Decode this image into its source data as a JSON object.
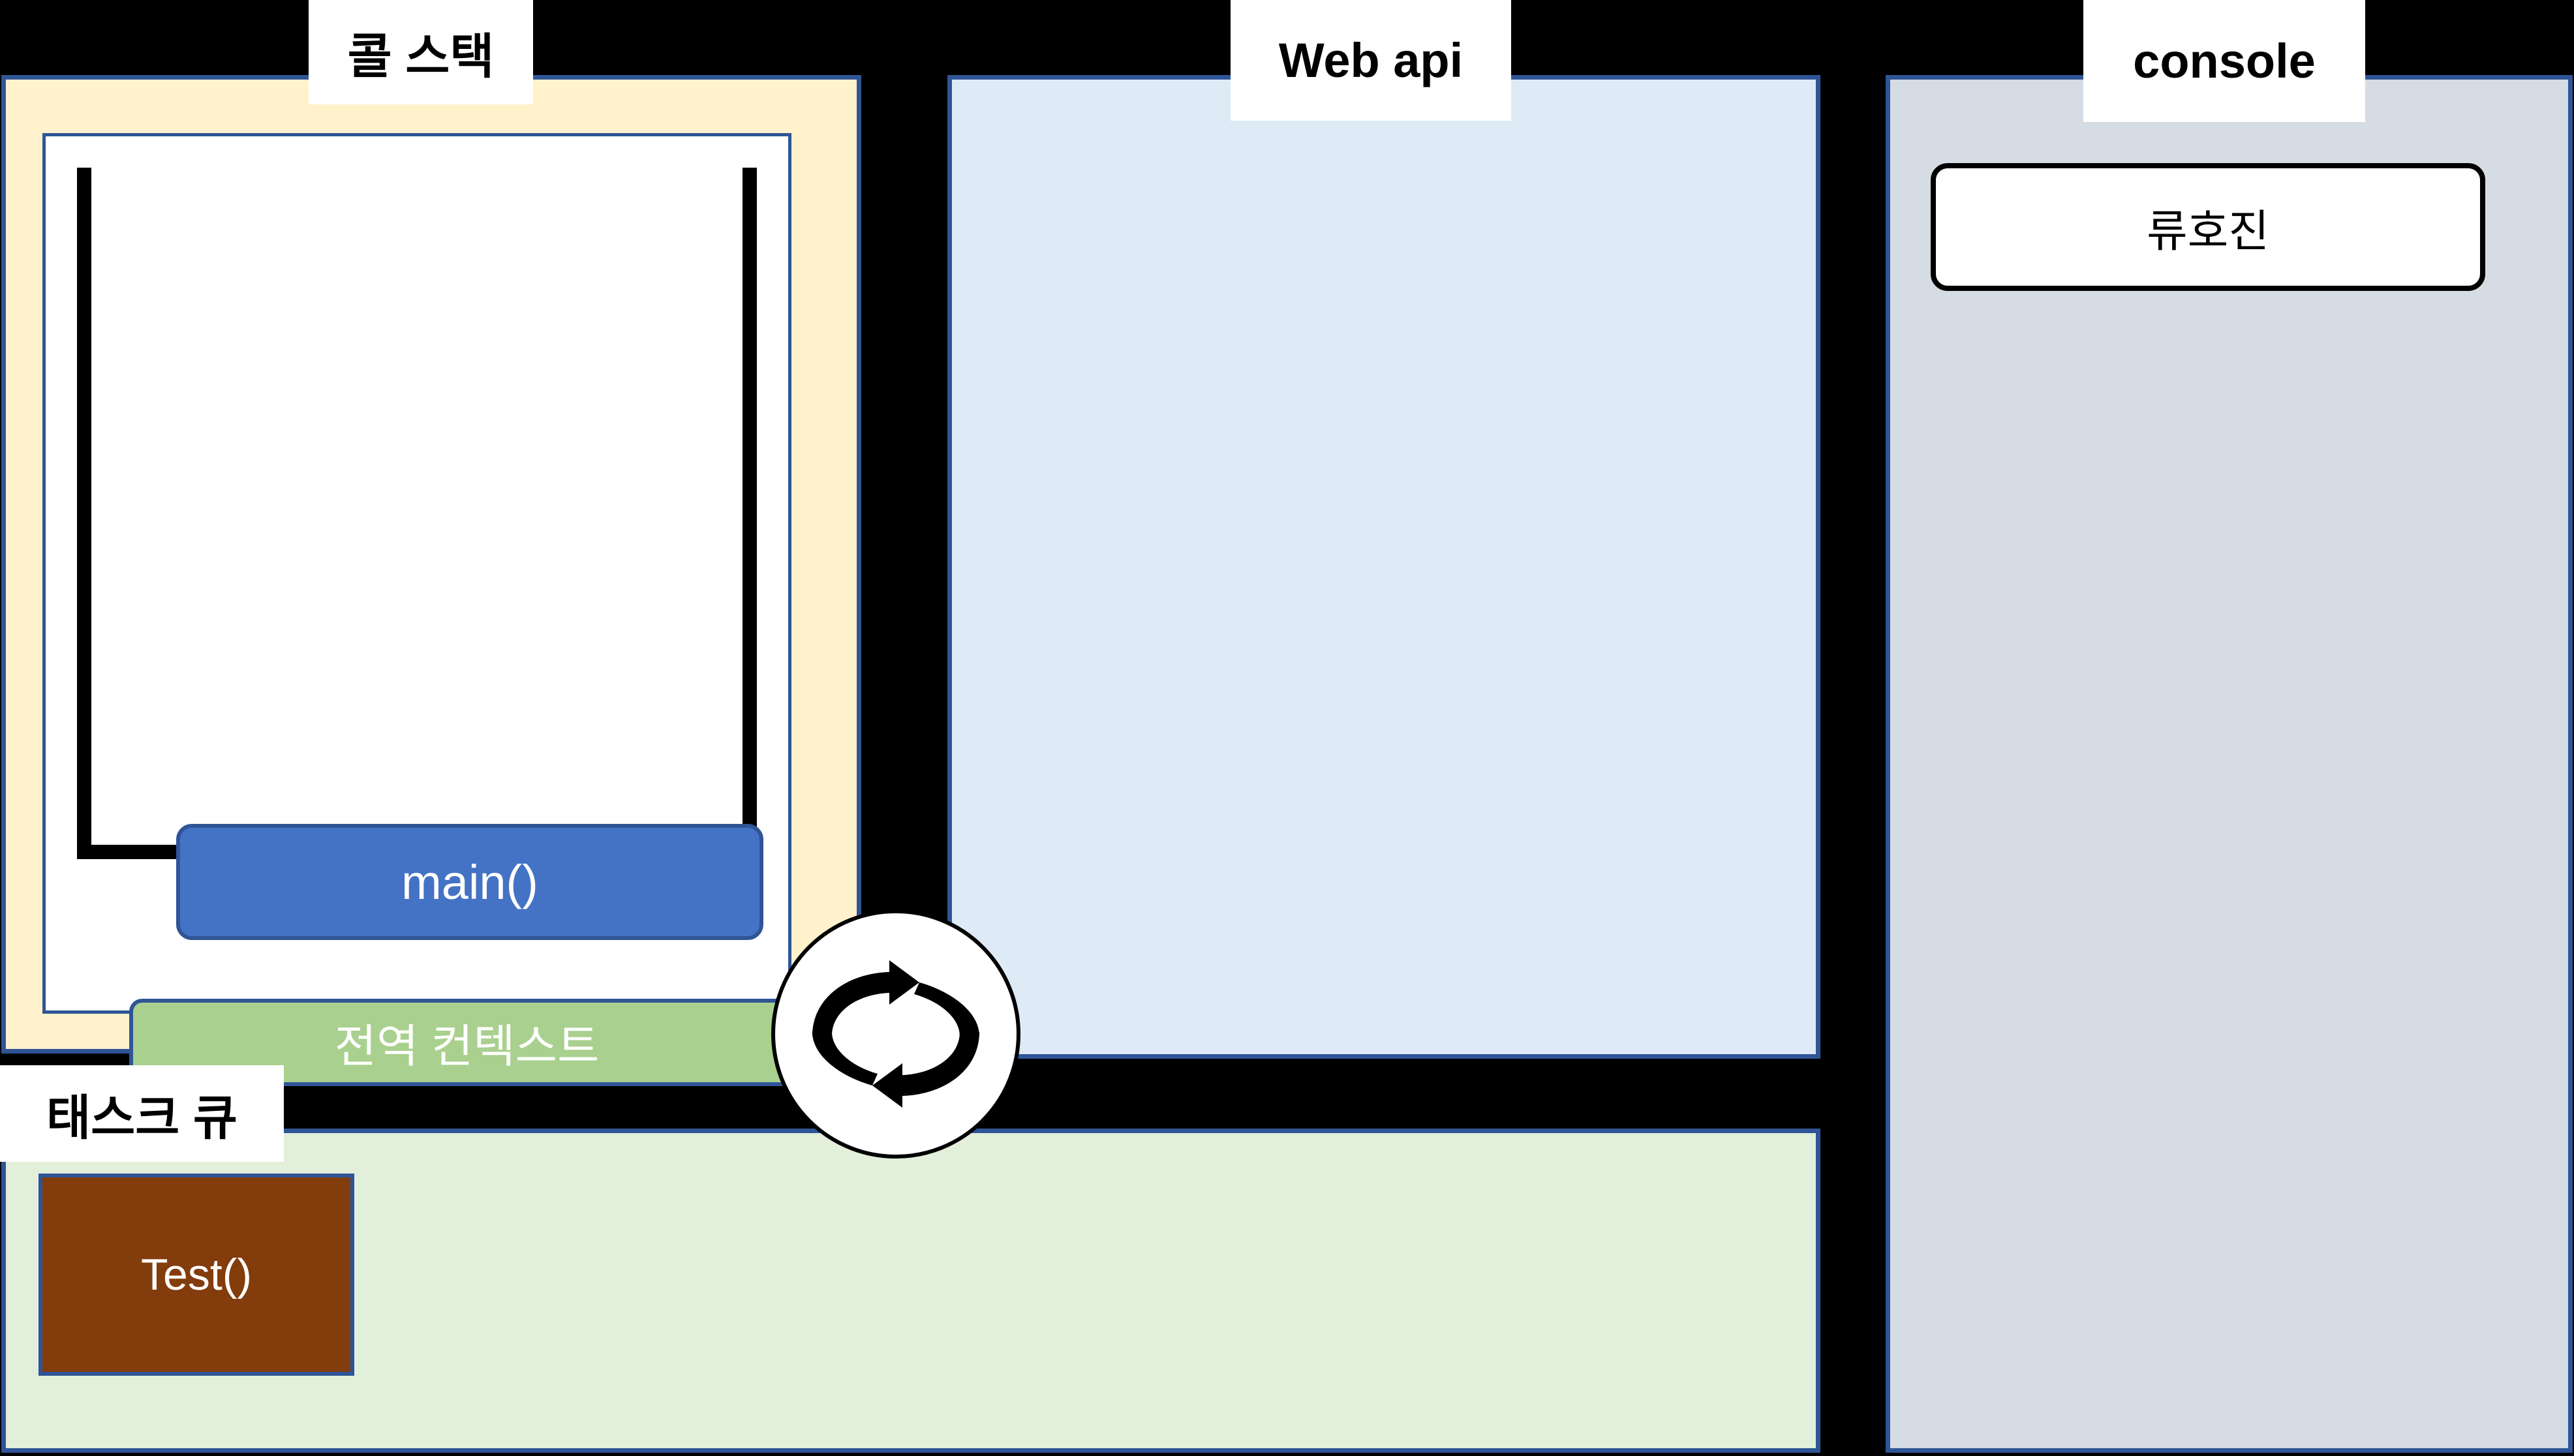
{
  "diagram": {
    "title": "JavaScript Event Loop Diagram",
    "background_color": "#000000",
    "accent_border_color": "#2F5597"
  },
  "call_stack": {
    "label": "콜 스택",
    "panel_color": "#FFF2CC",
    "inner_color": "#FFFFFF",
    "frames": [
      {
        "name": "main-frame",
        "label": "main()",
        "color": "#4472C4",
        "text_color": "#FFFFFF"
      }
    ],
    "global_context": {
      "label": "전역 컨텍스트",
      "color": "#A9D08E",
      "text_color": "#FFFFFF"
    }
  },
  "web_api": {
    "label": "Web api",
    "panel_color": "#DEEAF6",
    "items": []
  },
  "console": {
    "label": "console",
    "panel_color": "#D6DCE4",
    "output_lines": [
      {
        "text": "류호진",
        "color": "#FFFFFF"
      }
    ]
  },
  "task_queue": {
    "label": "태스크 큐",
    "panel_color": "#E2EFDA",
    "tasks": [
      {
        "label": "Test()",
        "color": "#833C0C",
        "text_color": "#FFFFFF"
      }
    ]
  },
  "event_loop": {
    "icon": "event-loop-circular-arrows-icon",
    "color": "#000000",
    "background": "#FFFFFF"
  }
}
